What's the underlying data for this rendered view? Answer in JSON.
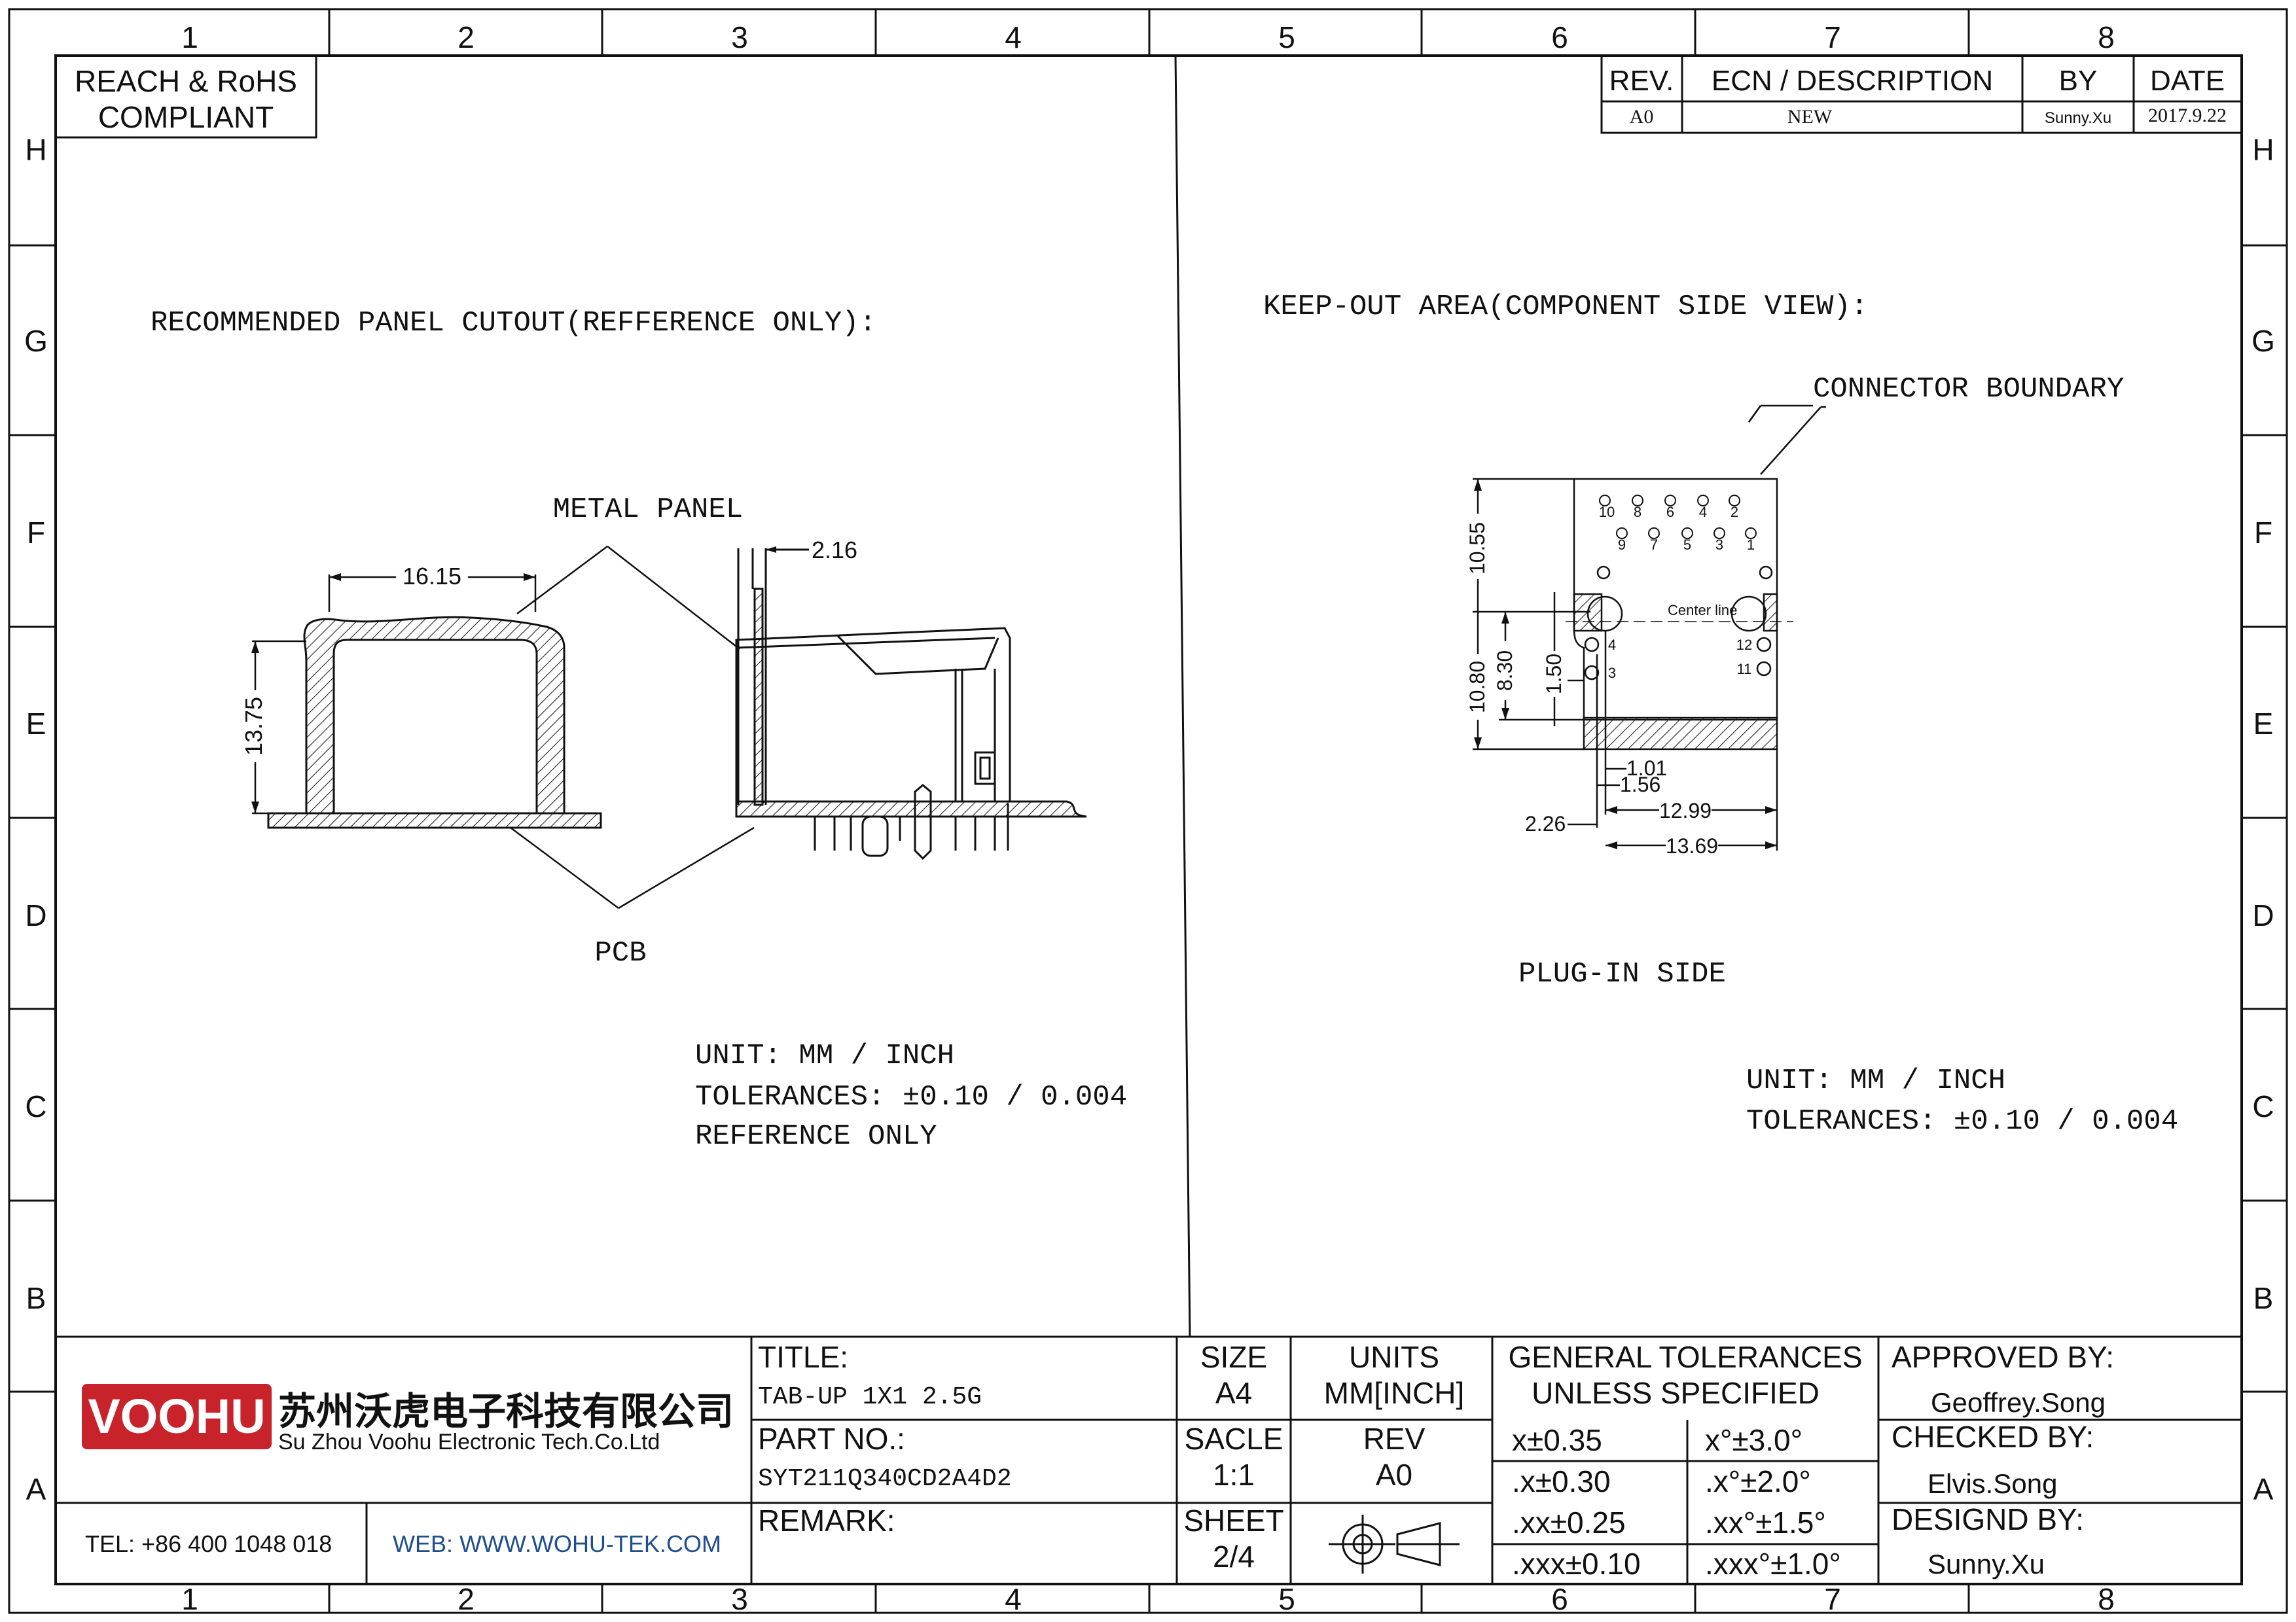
{
  "frame": {
    "columns": [
      "1",
      "2",
      "3",
      "4",
      "5",
      "6",
      "7",
      "8"
    ],
    "rows": [
      "H",
      "G",
      "F",
      "E",
      "D",
      "C",
      "B",
      "A"
    ]
  },
  "compliance": [
    "REACH & RoHS",
    "COMPLIANT"
  ],
  "revision_table": {
    "headers": {
      "rev": "REV.",
      "ecn": "ECN / DESCRIPTION",
      "by": "BY",
      "date": "DATE"
    },
    "rows": [
      {
        "rev": "A0",
        "ecn": "NEW",
        "by": "Sunny.Xu",
        "date": "2017.9.22"
      }
    ]
  },
  "left_view": {
    "heading": "RECOMMENDED PANEL CUTOUT(REFFERENCE ONLY):",
    "metal_panel_label": "METAL PANEL",
    "pcb_label": "PCB",
    "dimensions": {
      "width": "16.15",
      "height": "13.75",
      "panel_thickness": "2.16"
    },
    "notes": [
      "UNIT: MM / INCH",
      "TOLERANCES: ±0.10 / 0.004",
      "REFERENCE ONLY"
    ]
  },
  "right_view": {
    "heading": "KEEP-OUT AREA(COMPONENT SIDE VIEW):",
    "boundary_label": "CONNECTOR BOUNDARY",
    "center_line_label": "Center line",
    "pin_labels_top": [
      "10",
      "8",
      "6",
      "4",
      "2"
    ],
    "pin_labels_bottom": [
      "9",
      "7",
      "5",
      "3",
      "1"
    ],
    "led_pins_left": [
      "4",
      "3"
    ],
    "led_pins_right": [
      "12",
      "11"
    ],
    "dimensions": {
      "d1055": "10.55",
      "d1080": "10.80",
      "d830": "8.30",
      "d150": "1.50",
      "d101": "1.01",
      "d156": "1.56",
      "d1299": "12.99",
      "d226": "2.26",
      "d1369": "13.69"
    },
    "side_label": "PLUG-IN SIDE",
    "notes": [
      "UNIT: MM / INCH",
      "TOLERANCES: ±0.10 / 0.004"
    ]
  },
  "title_block": {
    "company_cn": "苏州沃虎电子科技有限公司",
    "company_en": "Su Zhou Voohu Electronic Tech.Co.Ltd",
    "logo_text": "VOOHU",
    "tel": "TEL: +86 400 1048 018",
    "web": "WEB: WWW.WOHU-TEK.COM",
    "title_label": "TITLE:",
    "title_value": "TAB-UP 1X1 2.5G",
    "part_label": "PART NO.:",
    "part_value": "SYT211Q340CD2A4D2",
    "remark_label": "REMARK:",
    "size_label": "SIZE",
    "size_value": "A4",
    "units_label": "UNITS",
    "units_value": "MM[INCH]",
    "scale_label": "SACLE",
    "scale_value": "1:1",
    "rev_label": "REV",
    "rev_value": "A0",
    "sheet_label": "SHEET",
    "sheet_value": "2/4",
    "gen_tol_title_1": "GENERAL TOLERANCES",
    "gen_tol_title_2": "UNLESS SPECIFIED",
    "tolerances": [
      {
        "lin": "x±0.35",
        "ang": "x°±3.0°"
      },
      {
        "lin": ".x±0.30",
        "ang": ".x°±2.0°"
      },
      {
        "lin": ".xx±0.25",
        "ang": ".xx°±1.5°"
      },
      {
        "lin": ".xxx±0.10",
        "ang": ".xxx°±1.0°"
      }
    ],
    "approved_label": "APPROVED BY:",
    "approved_value": "Geoffrey.Song",
    "checked_label": "CHECKED BY:",
    "checked_value": "Elvis.Song",
    "designed_label": "DESIGND BY:",
    "designed_value": "Sunny.Xu"
  }
}
